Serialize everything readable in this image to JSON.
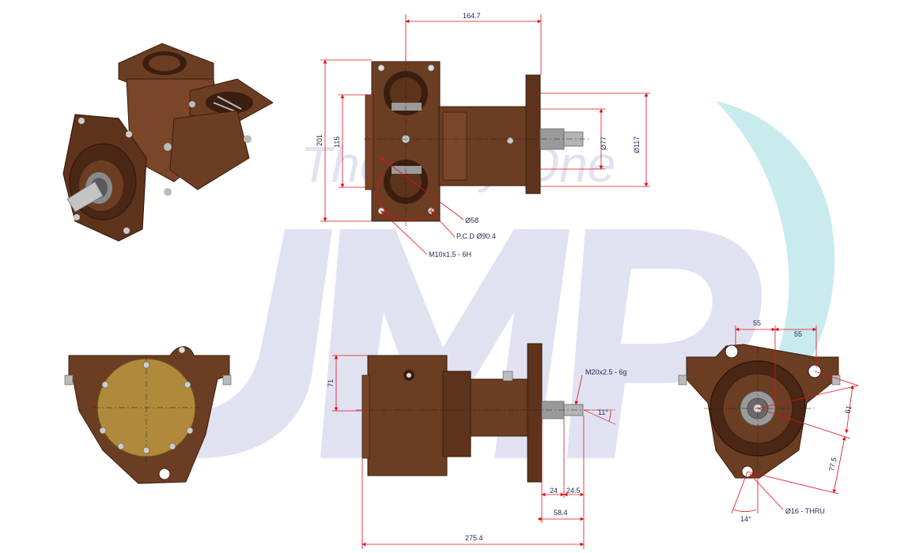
{
  "watermark": {
    "logo_text": "JMP",
    "tagline": "The Only One",
    "logo_color": "#c9cbe6",
    "swoosh_color": "#bfe8ea"
  },
  "colors": {
    "body": "#6b3d22",
    "body_dark": "#4a2614",
    "body_light": "#8a5534",
    "dimension_line": "#e0101a",
    "dimension_text": "#222a55",
    "impeller_cover": "#b08a3a",
    "steel": "#a8a8a8"
  },
  "dimensions": {
    "front_width": "164.7",
    "front_height_outer": "201",
    "front_height_inner": "115",
    "diameter_77": "Ø77",
    "diameter_117": "Ø117",
    "diameter_58": "Ø58",
    "pcd": "P.C.D Ø90.4",
    "thread_m10": "M10x1.5 - 6H",
    "side_height_71": "71",
    "thread_m20": "M20x2.5 - 6g",
    "angle_11": "11°",
    "shaft_24": "24",
    "shaft_24_5": "24.5",
    "shaft_58_4": "58.4",
    "overall_275_4": "275.4",
    "rear_55_left": "55",
    "rear_55_right": "55",
    "rear_61": "61",
    "rear_77_5": "77.5",
    "hole_16": "Ø16 - THRU",
    "angle_14": "14°"
  },
  "views": {
    "iso": "isometric-view",
    "front": "front-view",
    "left": "left-cover-view",
    "side": "side-view",
    "rear": "rear-flange-view"
  }
}
